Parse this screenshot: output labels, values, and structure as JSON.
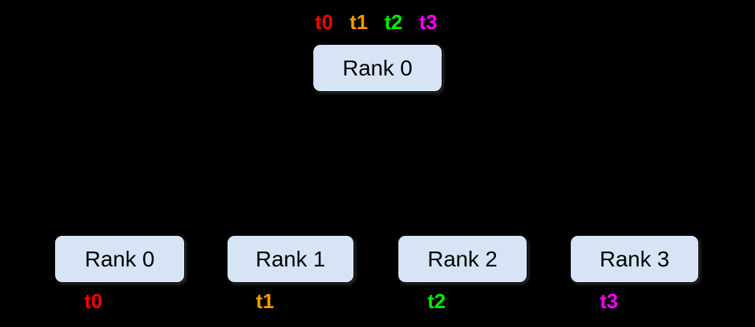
{
  "diagram": {
    "background_color": "#000000",
    "node_style": {
      "fill": "#d6e4f5",
      "border": "#000000",
      "text_color": "#000000"
    },
    "root": {
      "label": "Rank 0",
      "threads": [
        {
          "label": "t0",
          "color": "#ff0000"
        },
        {
          "label": "t1",
          "color": "#ff9900"
        },
        {
          "label": "t2",
          "color": "#00ee00"
        },
        {
          "label": "t3",
          "color": "#ff00ff"
        }
      ]
    },
    "workers": [
      {
        "label": "Rank 0",
        "thread": {
          "label": "t0",
          "color": "#ff0000"
        }
      },
      {
        "label": "Rank 1",
        "thread": {
          "label": "t1",
          "color": "#ff9900"
        }
      },
      {
        "label": "Rank 2",
        "thread": {
          "label": "t2",
          "color": "#00ee00"
        }
      },
      {
        "label": "Rank 3",
        "thread": {
          "label": "t3",
          "color": "#ff00ff"
        }
      }
    ]
  }
}
